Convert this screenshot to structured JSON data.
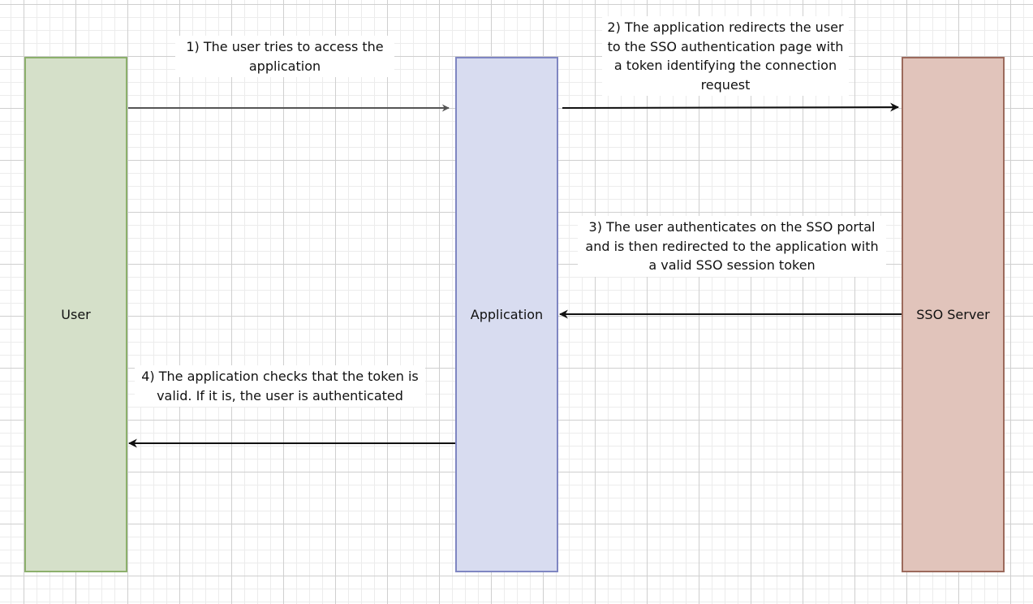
{
  "colors": {
    "user_fill": "#d5e0c9",
    "user_border": "#8cb06c",
    "application_fill": "#d8dcf0",
    "application_border": "#7f86c2",
    "sso_fill": "#e1c4bb",
    "sso_border": "#9c6a5c",
    "grid": "#cfcfcf"
  },
  "lifelines": {
    "user": "User",
    "application": "Application",
    "sso_server": "SSO Server"
  },
  "messages": [
    {
      "step": 1,
      "from": "User",
      "to": "Application",
      "text": "1) The user tries to access the application"
    },
    {
      "step": 2,
      "from": "Application",
      "to": "SSO Server",
      "text": "2) The application redirects the user to the SSO authentication page with a token identifying the connection request"
    },
    {
      "step": 3,
      "from": "SSO Server",
      "to": "Application",
      "text": "3) The user authenticates on the SSO portal and is then redirected to the application with a valid SSO session token"
    },
    {
      "step": 4,
      "from": "Application",
      "to": "User",
      "text": "4) The application checks that the token is valid. If it is, the user is authenticated"
    }
  ]
}
